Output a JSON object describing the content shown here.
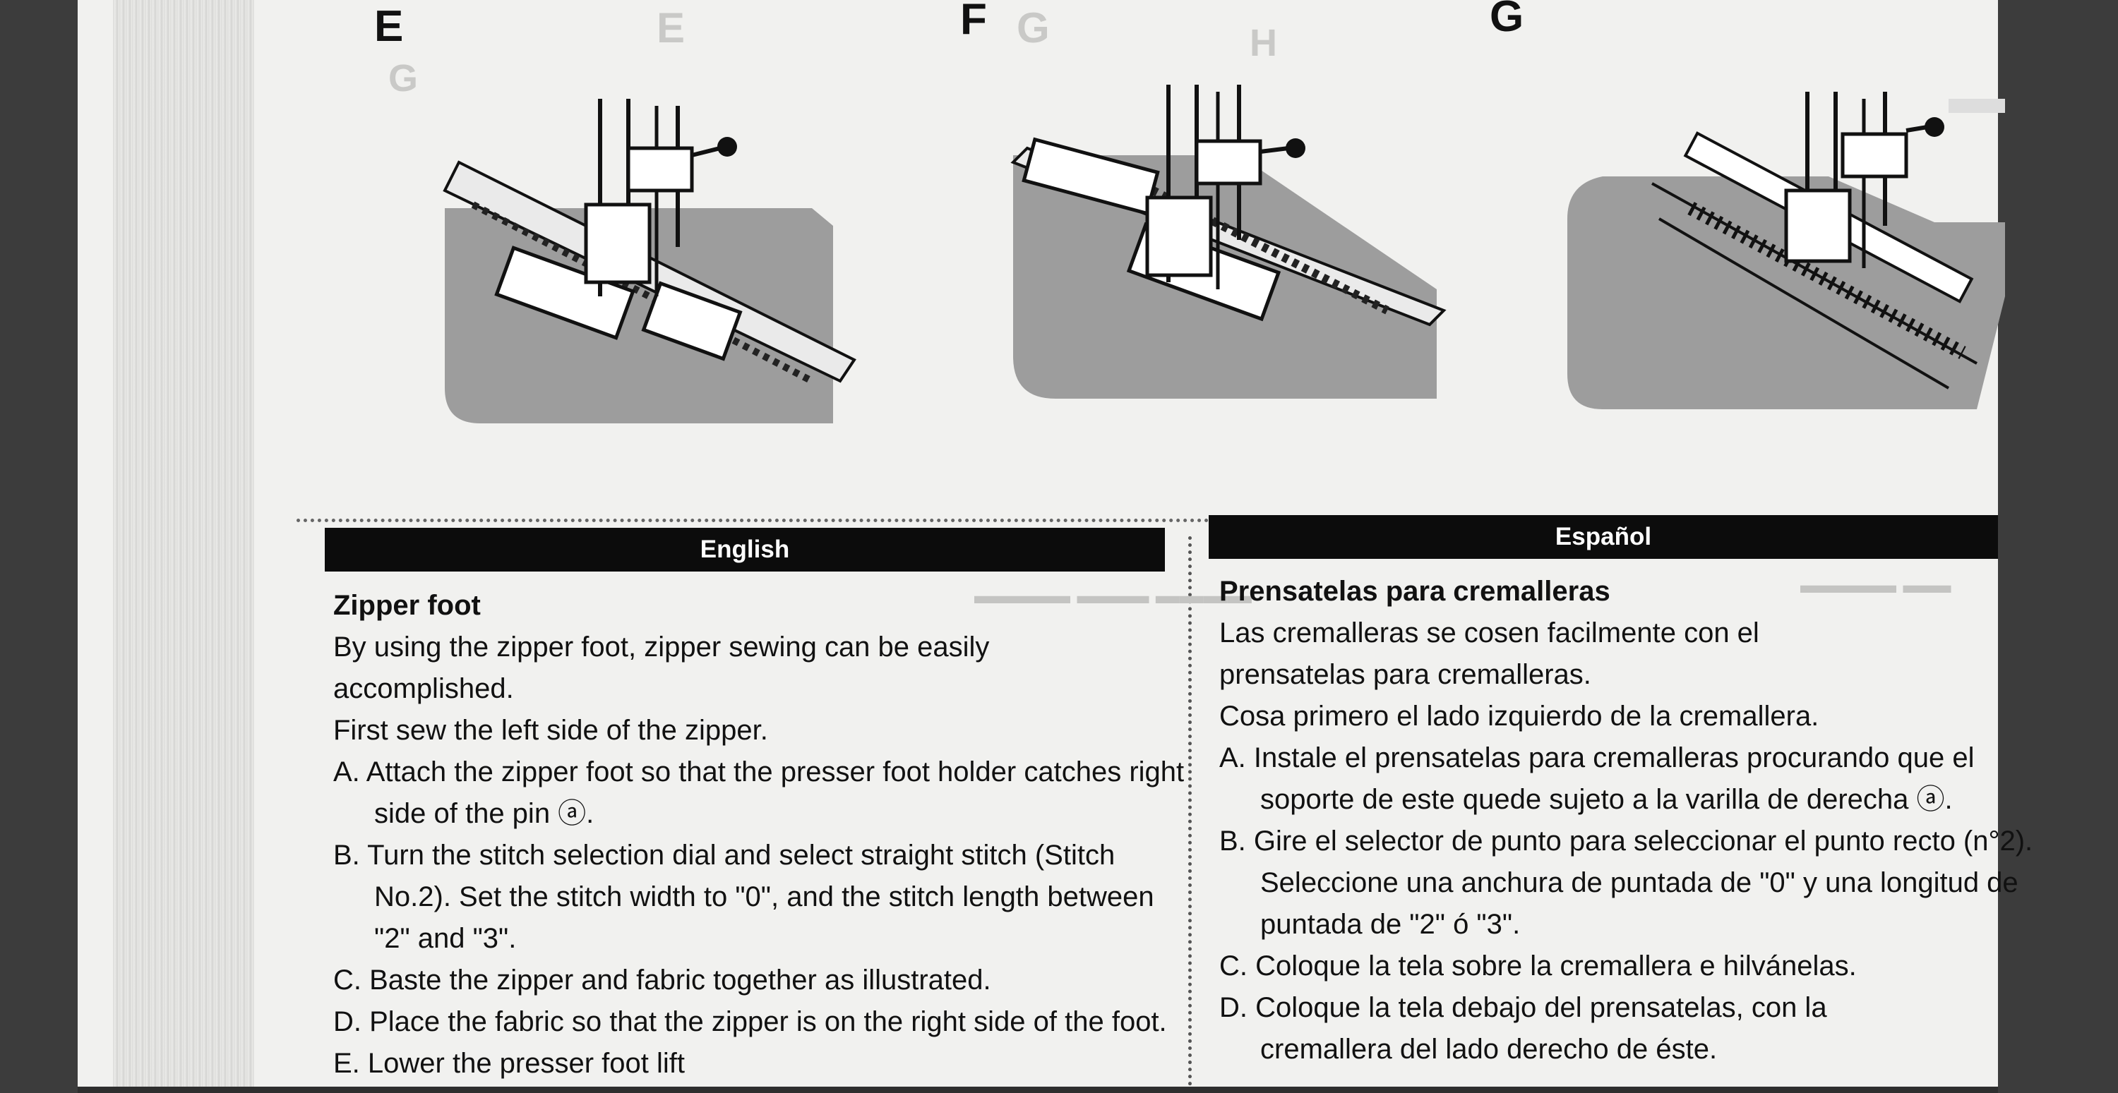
{
  "labels": {
    "e": "E",
    "f": "F",
    "g": "G"
  },
  "english": {
    "header": "English",
    "title": "Zipper foot",
    "intro1": "By using the zipper foot, zipper sewing can be easily accomplished.",
    "intro2": "First sew the left side of the zipper.",
    "items": [
      "A. Attach the zipper foot so that the  presser foot holder catches right side of the pin ⓐ.",
      "B. Turn the stitch selection dial and select straight stitch (Stitch No.2). Set the stitch width to \"0\", and the stitch length between \"2\" and \"3\".",
      "C. Baste the zipper and fabric together as illustrated.",
      "D. Place the fabric so that the zipper is on the right side of the foot.",
      "E. Lower the presser foot lift"
    ]
  },
  "espanol": {
    "header": "Español",
    "title": "Prensatelas para cremalleras",
    "intro1": "Las cremalleras se cosen facilmente con el prensatelas para cremalleras.",
    "intro2": "Cosa primero el lado izquierdo de la cremallera.",
    "items": [
      "A. Instale el prensatelas para cremalleras procurando que el soporte de este quede sujeto a la varilla de derecha ⓐ.",
      "B. Gire el selector de punto para seleccionar el punto recto (n°2). Seleccione una anchura de puntada de \"0\" y una longitud de puntada de \"2\" ó \"3\".",
      "C. Coloque la tela sobre la cremallera e hilvánelas.",
      "D. Coloque la tela debajo del prensatelas, con la cremallera del lado derecho de éste."
    ]
  }
}
